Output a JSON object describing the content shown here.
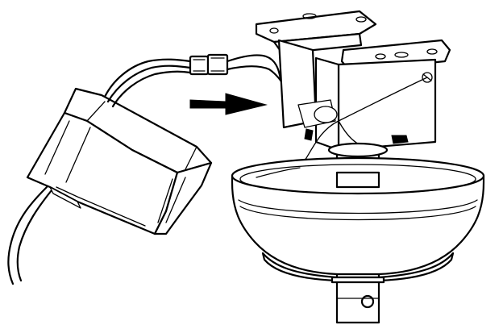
{
  "figure": {
    "description_visible_text": "",
    "colors": {
      "line": "#000000",
      "background": "#ffffff"
    },
    "parts": [
      "receiver-box",
      "wire-connector",
      "mounting-bracket",
      "downrod",
      "canopy",
      "direction-arrow"
    ],
    "arrow_direction": "right"
  }
}
